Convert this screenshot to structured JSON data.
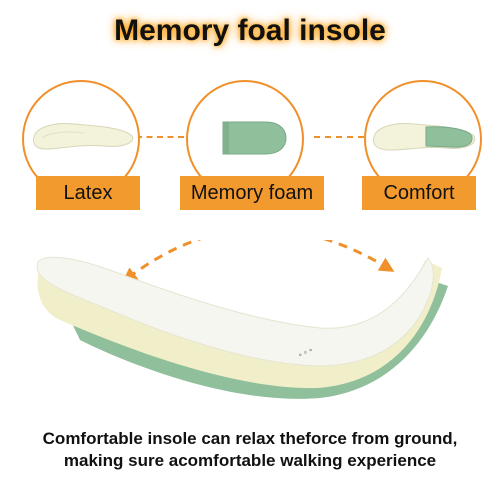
{
  "title": "Memory foal insole",
  "features": [
    {
      "label": "Latex",
      "icon": "latex-insole-icon"
    },
    {
      "label": "Memory foam",
      "icon": "memory-foam-piece-icon"
    },
    {
      "label": "Comfort",
      "icon": "comfort-insole-icon"
    }
  ],
  "caption": {
    "line1": "Comfortable insole can relax theforce from ground,",
    "line2": "making sure acomfortable walking experience"
  },
  "colors": {
    "accent": "#f39a2f",
    "latex": "#f2f1d6",
    "foam_green": "#8fbf9b"
  }
}
